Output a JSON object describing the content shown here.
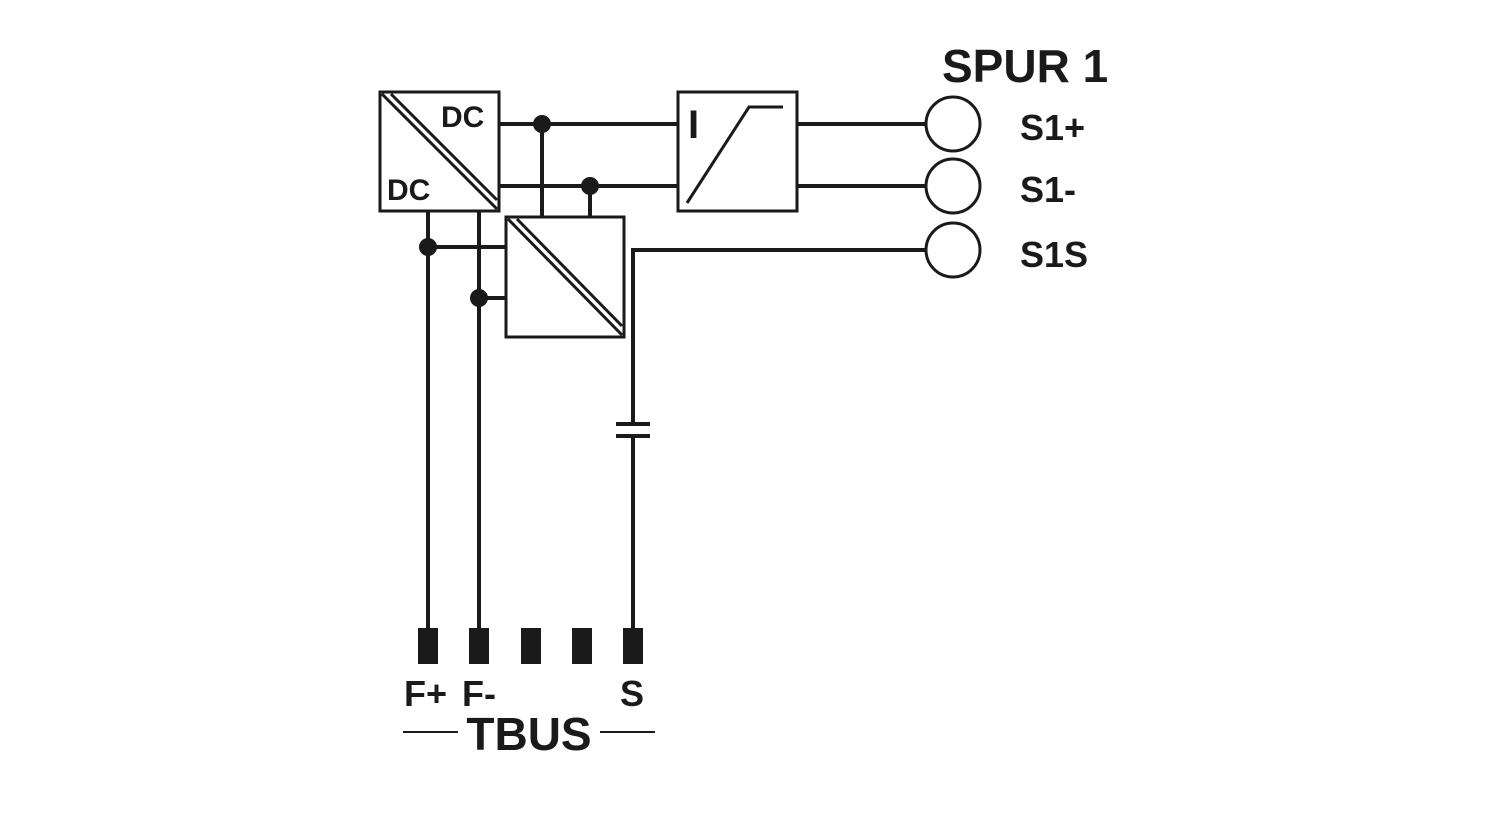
{
  "colors": {
    "line": "#1a1a1a",
    "background": "#ffffff"
  },
  "spur": {
    "title": "SPUR 1",
    "terminals": [
      "S1+",
      "S1-",
      "S1S"
    ]
  },
  "converter": {
    "top_label": "DC",
    "bottom_label": "DC"
  },
  "limiter": {
    "symbol": "I"
  },
  "tbus": {
    "title": "TBUS",
    "pin_labels": {
      "f_plus": "F+",
      "f_minus": "F-",
      "s": "S"
    }
  },
  "icons": {
    "dc-dc-converter": "converter-box-icon",
    "isolation-converter": "converter-box-icon",
    "current-limiter": "current-limit-icon",
    "capacitor": "capacitor-icon",
    "terminal": "circle-terminal-icon"
  }
}
